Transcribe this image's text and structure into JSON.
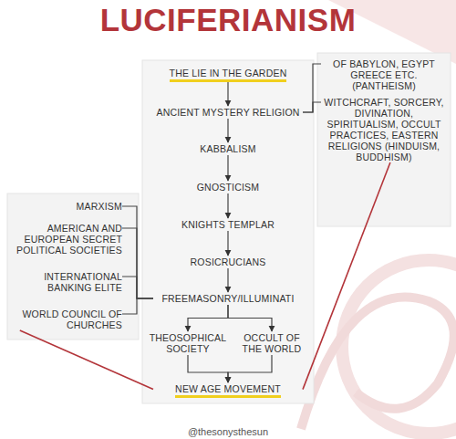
{
  "diagram": {
    "title": "LUCIFERIANISM",
    "nodes": [
      {
        "text": [
          "THE LIE IN THE GARDEN"
        ]
      },
      {
        "text": [
          "OF BABYLON, EGYPT GREECE ETC. (PANTHEISM)"
        ]
      },
      {
        "text": [
          "ANCIENT MYSTERY RELIGION"
        ]
      },
      {
        "text": [
          "KABBALISM"
        ]
      },
      {
        "text": [
          "WITCHCRAFT, SORCERY, DIVINATION, SPIRITUALISM, OCCULT PRACTICES, EASTERN RELIGIONS (HINDUISM, BUDDHISM)"
        ]
      },
      {
        "text": [
          "GNOSTICISM"
        ]
      },
      {
        "text": [
          "MARXISM"
        ]
      },
      {
        "text": [
          "KNIGHTS TEMPLAR"
        ]
      },
      {
        "text": [
          "AMERICAN AND EUROPEAN SECRET POLITICAL SOCIETIES"
        ]
      },
      {
        "text": [
          "ROSICRUCIANS"
        ]
      },
      {
        "text": [
          "INTERNATIONAL BANKING ELITE"
        ]
      },
      {
        "text": [
          "FREEMASONRY/ILLUMINATI"
        ]
      },
      {
        "text": [
          "WORLD COUNCIL OF CHURCHES"
        ]
      },
      {
        "text": [
          "THEOSOPHICAL SOCIETY"
        ]
      },
      {
        "text": [
          "OCCULT OF THE WORLD"
        ]
      },
      {
        "text": [
          "NEW AGE MOVEMENT"
        ]
      }
    ],
    "edges": [
      {
        "from": 0,
        "to": 2,
        "arrow": "to"
      },
      {
        "from": 2,
        "to": 3,
        "arrow": "to"
      },
      {
        "from": 3,
        "to": 5,
        "arrow": "to"
      },
      {
        "from": 5,
        "to": 7,
        "arrow": "to"
      },
      {
        "from": 7,
        "to": 9,
        "arrow": "to"
      },
      {
        "from": 9,
        "to": 11,
        "arrow": "to"
      },
      {
        "from": 11,
        "to": 13,
        "arrow": "to"
      },
      {
        "from": 11,
        "to": 14,
        "arrow": "to"
      },
      {
        "from": 13,
        "to": 15,
        "arrow": "to"
      },
      {
        "from": 14,
        "to": 15,
        "arrow": "to"
      },
      {
        "from": 2,
        "to": 1,
        "arrow": "none"
      },
      {
        "from": 2,
        "to": 4,
        "arrow": "none"
      },
      {
        "from": 6,
        "to": 11,
        "arrow": "none"
      },
      {
        "from": 8,
        "to": 11,
        "arrow": "none"
      },
      {
        "from": 10,
        "to": 11,
        "arrow": "none"
      },
      {
        "from": 12,
        "to": 11,
        "arrow": "none"
      },
      {
        "from": 12,
        "to": 15,
        "arrow": "none"
      },
      {
        "from": 4,
        "to": 15,
        "arrow": "none"
      }
    ],
    "labels": [
      "@thesonysthesun"
    ]
  }
}
